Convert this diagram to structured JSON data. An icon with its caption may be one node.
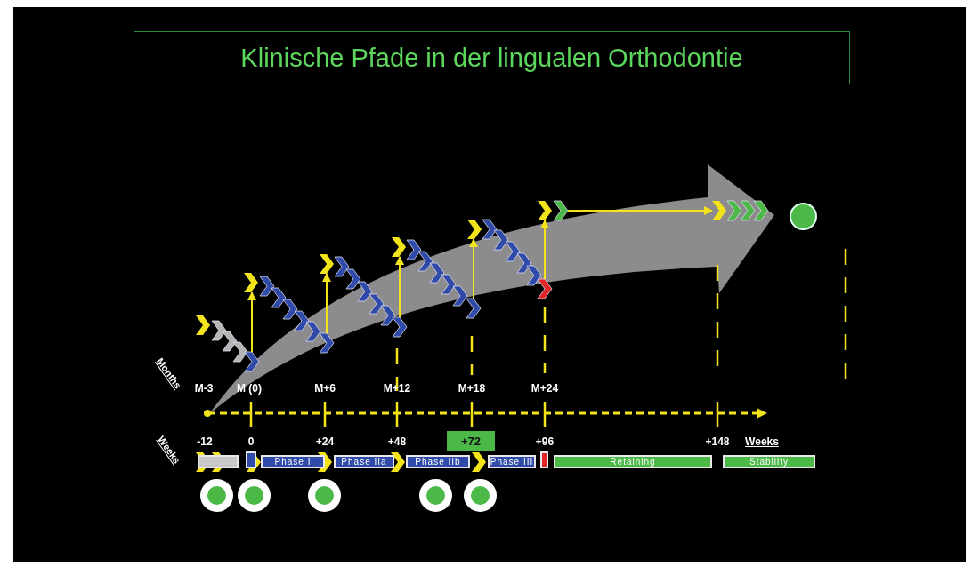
{
  "diagram": {
    "title": "Klinische Pfade in der lingualen Orthodontie",
    "nodes": [
      {
        "text": [
          "+72"
        ]
      },
      {
        "text": [],
        "shape": "bar"
      },
      {
        "text": [],
        "shape": "bar"
      },
      {
        "text": [
          "Phase I"
        ]
      },
      {
        "text": [
          "Phase IIa"
        ]
      },
      {
        "text": [
          "Phase IIb"
        ]
      },
      {
        "text": [
          "Phase III"
        ]
      },
      {
        "text": [],
        "shape": "bar"
      },
      {
        "text": [
          "Retaining"
        ]
      },
      {
        "text": [
          "Stability"
        ]
      },
      {
        "text": [],
        "shape": "circle"
      },
      {
        "text": [],
        "shape": "circle"
      },
      {
        "text": [],
        "shape": "circle"
      },
      {
        "text": [],
        "shape": "circle"
      },
      {
        "text": [],
        "shape": "circle"
      },
      {
        "text": [],
        "shape": "circle"
      },
      {
        "text": [],
        "shape": "chevron"
      },
      {
        "text": [],
        "shape": "chevron"
      },
      {
        "text": [],
        "shape": "chevron"
      },
      {
        "text": [],
        "shape": "chevron"
      },
      {
        "text": [],
        "shape": "chevron"
      },
      {
        "text": [],
        "shape": "chevron"
      },
      {
        "text": [],
        "shape": "chevron"
      },
      {
        "text": [],
        "shape": "chevron"
      },
      {
        "text": [],
        "shape": "chevron"
      },
      {
        "text": [],
        "shape": "chevron"
      },
      {
        "text": [],
        "shape": "chevron"
      },
      {
        "text": [],
        "shape": "chevron"
      }
    ],
    "edges": [
      {
        "from": 16,
        "to": 21,
        "arrow": "to"
      },
      {
        "from": 17,
        "to": 22,
        "arrow": "to"
      },
      {
        "from": 18,
        "to": 23,
        "arrow": "to"
      },
      {
        "from": 19,
        "to": 24,
        "arrow": "to"
      },
      {
        "from": 20,
        "to": 25,
        "arrow": "to"
      },
      {
        "from": 26,
        "to": 27,
        "arrow": "to"
      }
    ],
    "labels": [
      "Months",
      "M-3",
      "M (0)",
      "M+6",
      "M+12",
      "M+18",
      "M+24",
      "Weeks",
      "-12",
      "0",
      "+24",
      "+48",
      "+96",
      "+148",
      "Weeks"
    ]
  }
}
